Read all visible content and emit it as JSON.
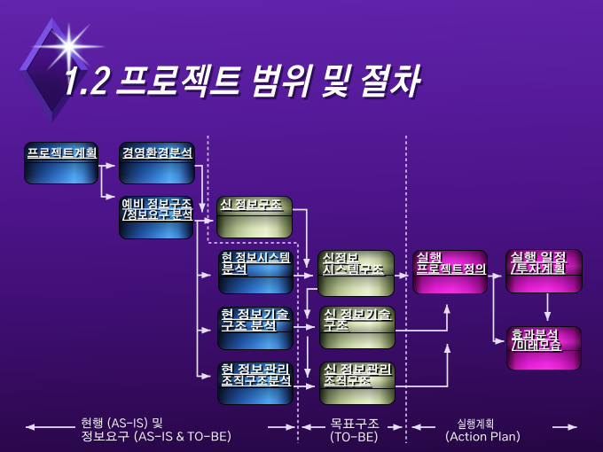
{
  "slide": {
    "title": "1.2 프로젝트 범위 및 절차",
    "colors": {
      "background_top": "#6124ab",
      "background_bottom": "#260644",
      "box_blue_bright": "#4aa2ee",
      "box_green_bright": "#e9f2ce",
      "box_magenta_bright": "#ee20dc",
      "connector": "#e6def6",
      "dashed_separator": "#cdb2e8",
      "text": "#ffffff"
    }
  },
  "nodes": [
    {
      "id": "project-plan",
      "color": "blue",
      "lines": [
        "프로젝트계획"
      ]
    },
    {
      "id": "business-env-analysis",
      "color": "blue",
      "lines": [
        "경영환경분석"
      ]
    },
    {
      "id": "preliminary-info-structure",
      "color": "blue",
      "lines": [
        "예비 정보구조",
        "/정보요구 분석"
      ]
    },
    {
      "id": "new-info-structure",
      "color": "green",
      "lines": [
        "신 정보구조"
      ]
    },
    {
      "id": "current-info-system-analysis",
      "color": "blue",
      "lines": [
        "현 정보시스템",
        "분석"
      ]
    },
    {
      "id": "new-info-system-structure",
      "color": "green",
      "lines": [
        "신정보",
        "시스템구조"
      ]
    },
    {
      "id": "exec-project-definition",
      "color": "magenta",
      "lines": [
        "실행",
        "프로젝트정의"
      ]
    },
    {
      "id": "exec-schedule-investment",
      "color": "magenta",
      "lines": [
        "실행 일정",
        "/투자계획"
      ]
    },
    {
      "id": "current-info-tech-analysis",
      "color": "blue",
      "lines": [
        "현 정보기술",
        "구조 분석"
      ]
    },
    {
      "id": "new-info-tech-structure",
      "color": "green",
      "lines": [
        "신 정보기술",
        "구조"
      ]
    },
    {
      "id": "current-info-org-analysis",
      "color": "blue",
      "lines": [
        "현 정보관리",
        "조직구조분석"
      ]
    },
    {
      "id": "new-info-org-structure",
      "color": "green",
      "lines": [
        "신 정보관리",
        "조직구조"
      ]
    },
    {
      "id": "effect-analysis-future",
      "color": "magenta",
      "lines": [
        "효과분석",
        "/미래모습"
      ]
    }
  ],
  "phases": [
    {
      "id": "as-is",
      "label_lines": [
        "현행 (AS-IS) 및",
        "정보요구 (AS-IS & TO-BE)"
      ]
    },
    {
      "id": "to-be",
      "label_lines": [
        "목표구조",
        "(TO-BE)"
      ]
    },
    {
      "id": "action-plan",
      "label_lines": [
        "실행계획",
        "(Action Plan)"
      ]
    }
  ]
}
